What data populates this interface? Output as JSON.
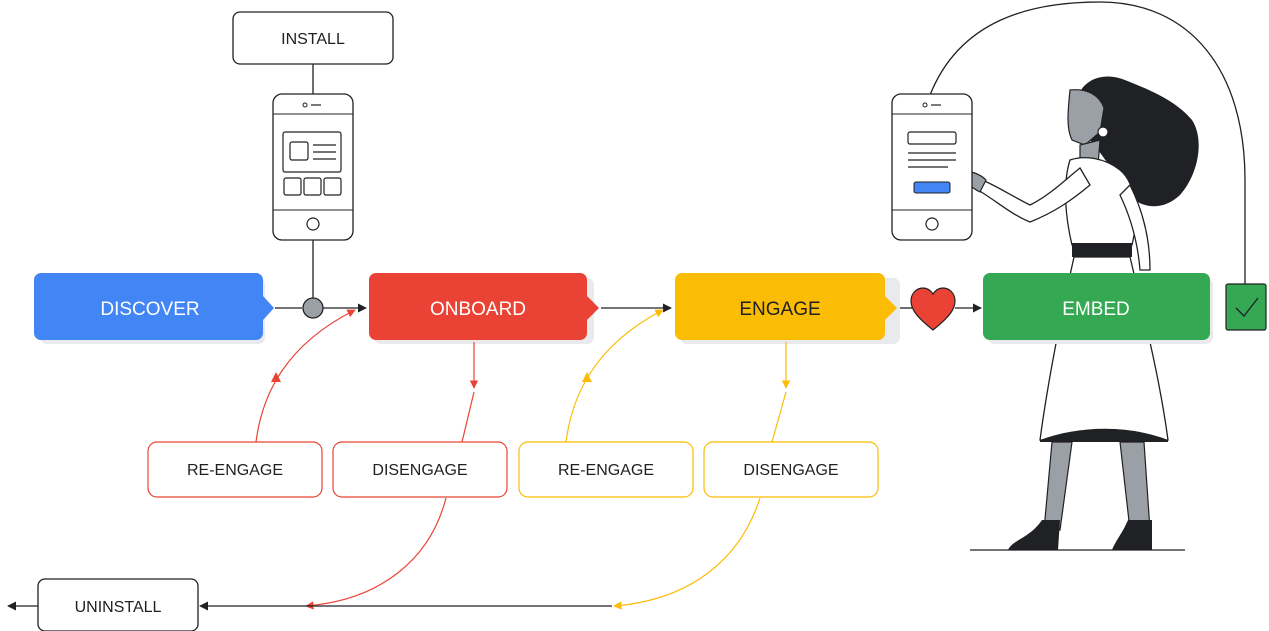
{
  "install": {
    "label": "INSTALL"
  },
  "uninstall": {
    "label": "UNINSTALL"
  },
  "stages": [
    {
      "id": "discover",
      "label": "DISCOVER",
      "color": "#4285F4"
    },
    {
      "id": "onboard",
      "label": "ONBOARD",
      "color": "#EA4335"
    },
    {
      "id": "engage",
      "label": "ENGAGE",
      "color": "#FBBC04"
    },
    {
      "id": "embed",
      "label": "EMBED",
      "color": "#34A853"
    }
  ],
  "loops": [
    {
      "id": "reengage-onboard",
      "label": "RE-ENGAGE",
      "color": "#EA4335"
    },
    {
      "id": "disengage-onboard",
      "label": "DISENGAGE",
      "color": "#EA4335"
    },
    {
      "id": "reengage-engage",
      "label": "RE-ENGAGE",
      "color": "#FBBC04"
    },
    {
      "id": "disengage-engage",
      "label": "DISENGAGE",
      "color": "#FBBC04"
    }
  ],
  "colors": {
    "line": "#202124",
    "heart": "#EA4335",
    "check": "#34A853",
    "phone_button": "#4285F4",
    "skin": "#9AA0A6",
    "hair": "#202124"
  }
}
